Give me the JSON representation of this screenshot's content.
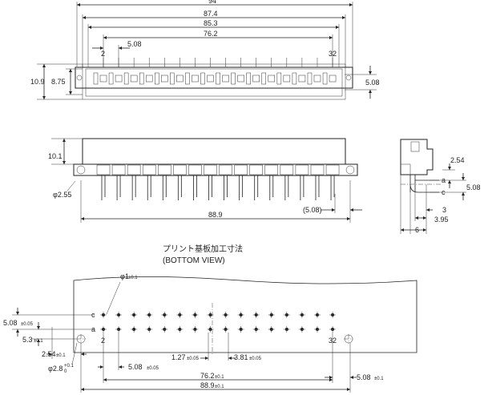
{
  "top_view": {
    "dims": {
      "d94": "94",
      "d874": "87.4",
      "d853": "85.3",
      "d762": "76.2",
      "d508": "5.08",
      "h109": "10.9",
      "h875": "8.75",
      "r508": "5.08"
    },
    "pin_first": "2",
    "pin_last": "32"
  },
  "side_view": {
    "dims": {
      "h101": "10.1",
      "hole": "φ2.55",
      "w889": "88.9",
      "p508": "(5.08)"
    }
  },
  "end_view": {
    "dims": {
      "d254": "2.54",
      "d508": "5.08",
      "d3": "3",
      "d395": "3.95",
      "d6": "6"
    },
    "row_a": "a",
    "row_c": "c"
  },
  "pcb_layout": {
    "title": "プリント基板加工寸法",
    "subtitle": "(BOTTOM VIEW)",
    "hole_dia": "φ1",
    "hole_tol": "±0.1",
    "row_c": "c",
    "row_a": "a",
    "pin_first": "2",
    "pin_last": "32",
    "dims": {
      "left_508": "5.08",
      "left_508_tol": "±0.05",
      "left_53": "5.3",
      "left_53_tol": "±0.1",
      "left_254": "2.54",
      "left_254_tol": "±0.1",
      "mount_hole": "φ2.8",
      "mount_hole_tol_up": "+0.1",
      "mount_hole_tol_dn": "0",
      "b_508": "5.08",
      "b_508_tol": "±0.05",
      "b_127": "1.27",
      "b_127_tol": "±0.05",
      "b_381": "3.81",
      "b_381_tol": "±0.05",
      "b_762": "76.2",
      "b_762_tol": "±0.1",
      "b_889": "88.9",
      "b_889_tol": "±0.1",
      "r_508": "5.08",
      "r_508_tol": "±0.1"
    }
  }
}
